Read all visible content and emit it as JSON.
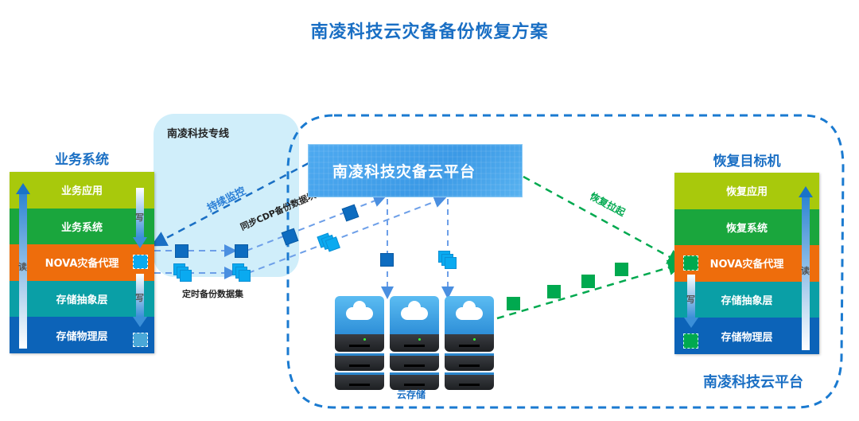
{
  "title": "南凌科技云灾备备份恢复方案",
  "dedicated_line": {
    "label": "南凌科技专线"
  },
  "source_system": {
    "title": "业务系统",
    "layers": [
      "业务应用",
      "业务系统",
      "NOVA灾备代理",
      "存储抽象层",
      "存储物理层"
    ],
    "read_label": "读",
    "write_label": "写"
  },
  "target_system": {
    "title": "恢复目标机",
    "layers": [
      "恢复应用",
      "恢复系统",
      "NOVA灾备代理",
      "存储抽象层",
      "存储物理层"
    ],
    "read_label": "读",
    "write_label": "写"
  },
  "cloud_platform_box": {
    "label": "南凌科技灾备云平台"
  },
  "platform_region": {
    "label": "南凌科技云平台"
  },
  "storage": {
    "label": "云存储",
    "drive_columns": 3,
    "drives_per_column": 3
  },
  "flows": {
    "monitor": "持续监控",
    "cdp_sync": "同步CDP备份数据块",
    "scheduled_backup": "定时备份数据集",
    "restore": "恢复拉起"
  },
  "colors": {
    "title_blue": "#1a6fc4",
    "layer_app": "#a8c90c",
    "layer_system": "#1aa63d",
    "layer_agent": "#ee6d0c",
    "layer_abstract": "#0a9fa6",
    "layer_physical": "#0c63b8",
    "restore_green": "#00a94f",
    "flow_blue": "#4a8fe0"
  }
}
